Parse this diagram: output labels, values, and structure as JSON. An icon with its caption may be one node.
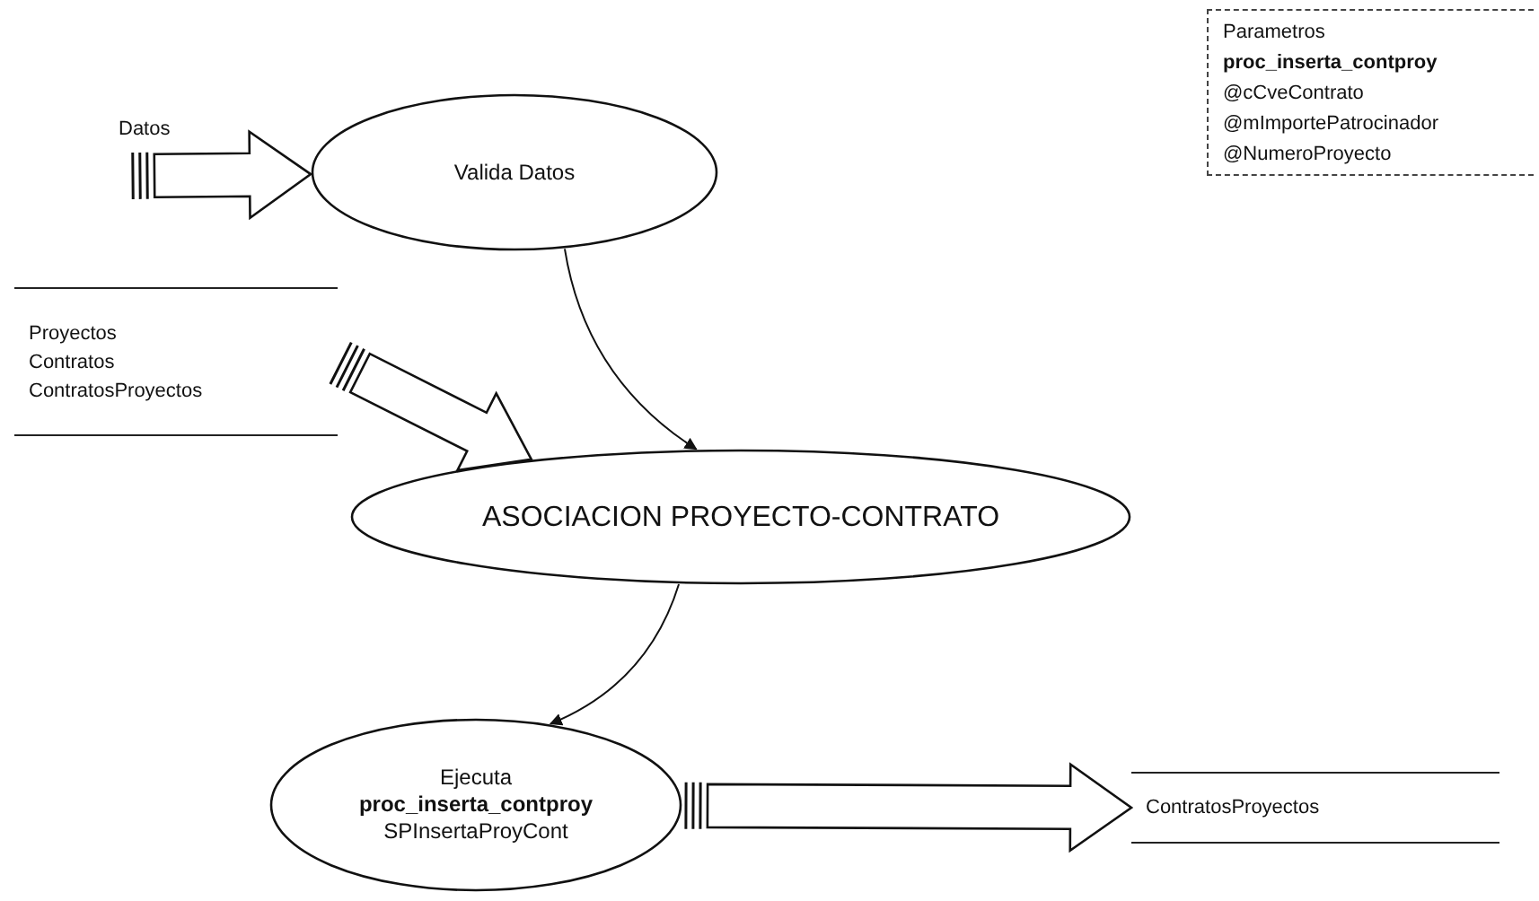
{
  "diagram": {
    "nodes": [
      {
        "text": [
          "Valida Datos"
        ]
      },
      {
        "text": [
          "Proyectos",
          "Contratos",
          "ContratosProyectos"
        ]
      },
      {
        "text": [
          "ASOCIACION PROYECTO-CONTRATO"
        ]
      },
      {
        "text": [
          "Ejecuta",
          "proc_inserta_contproy",
          "SPInsertaProyCont"
        ]
      },
      {
        "text": [
          "ContratosProyectos"
        ]
      },
      {
        "text": [
          "Parametros",
          "proc_inserta_contproy",
          "@cCveContrato",
          "@mImportePatrocinador",
          "@NumeroProyecto"
        ]
      }
    ],
    "edges": [
      {
        "from": null,
        "to": 0,
        "arrow": "to",
        "style": "thick",
        "label": "Datos"
      },
      {
        "from": 1,
        "to": 2,
        "arrow": "to",
        "style": "thick"
      },
      {
        "from": 0,
        "to": 2,
        "arrow": "to"
      },
      {
        "from": 2,
        "to": 3,
        "arrow": "to"
      },
      {
        "from": 3,
        "to": 4,
        "arrow": "to",
        "style": "thick"
      }
    ]
  }
}
